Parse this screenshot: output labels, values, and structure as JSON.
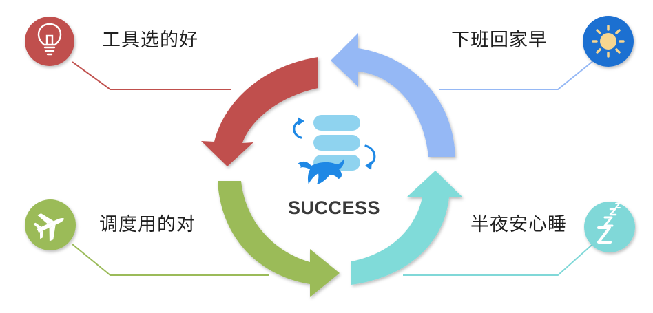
{
  "diagram": {
    "center_label": "SUCCESS",
    "center_icon": "database-refresh-dolphin-icon",
    "items": [
      {
        "key": "top-left",
        "label": "工具选的好",
        "icon": "lightbulb-icon",
        "color": "#c0504d"
      },
      {
        "key": "top-right",
        "label": "下班回家早",
        "icon": "sun-icon",
        "color": "#1f6fd1"
      },
      {
        "key": "bottom-left",
        "label": "调度用的对",
        "icon": "airplane-icon",
        "color": "#9bbb59"
      },
      {
        "key": "bottom-right",
        "label": "半夜安心睡",
        "icon": "sleep-zzz-icon",
        "color": "#80d8d8"
      }
    ],
    "arrow_colors": {
      "red": "#c0504d",
      "blue": "#95b8f5",
      "green": "#9bbb59",
      "teal": "#80dbd9"
    }
  }
}
